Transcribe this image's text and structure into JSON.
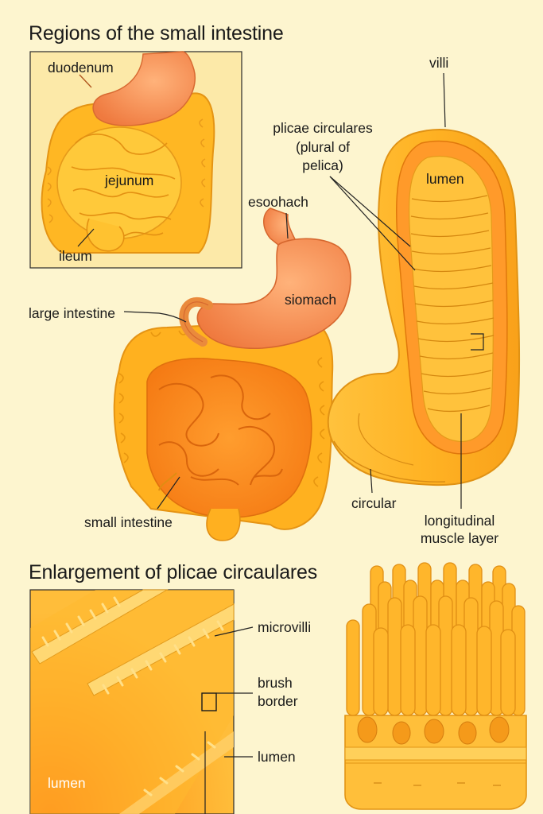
{
  "sections": {
    "top_title": "Regions of the small intestine",
    "bottom_title": "Enlargement of plicae circaulares"
  },
  "labels": {
    "duodenum": "duodenum",
    "jejunum": "jejunum",
    "ileum": "ileum",
    "villi": "villi",
    "plicae_line1": "plicae circulares",
    "plicae_line2": "(plural of",
    "plicae_line3": "pelica)",
    "lumen_top": "lumen",
    "esophagus": "esoohach",
    "stomach": "siomach",
    "large_intestine": "large intestine",
    "small_intestine": "small intestine",
    "circular": "circular",
    "longitudinal_line1": "longitudinal",
    "longitudinal_line2": "muscle layer",
    "microvilli": "microvilli",
    "brush_line1": "brush",
    "brush_line2": "border",
    "lumen_right": "lumen",
    "lumen_inset": "lumen"
  },
  "colors": {
    "background": "#fdf5cf",
    "intestine_yellow": "#ffb21c",
    "intestine_orange": "#ff8a1a",
    "stomach_salmon": "#f8955a",
    "inset_box": "#fce8a6",
    "wall_layer": "#ff9a2a"
  }
}
